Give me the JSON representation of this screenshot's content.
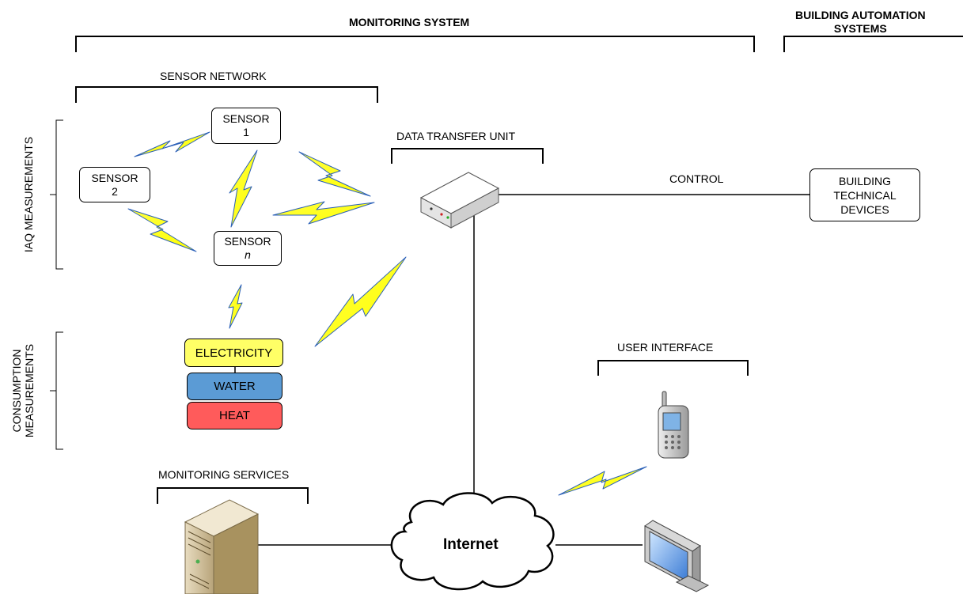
{
  "header": {
    "monitoring_system": "MONITORING SYSTEM",
    "building_automation_line1": "BUILDING AUTOMATION",
    "building_automation_line2": "SYSTEMS"
  },
  "sensor_network": {
    "title": "SENSOR NETWORK",
    "sensors": [
      {
        "line1": "SENSOR",
        "line2": "1"
      },
      {
        "line1": "SENSOR",
        "line2": "2"
      },
      {
        "line1": "SENSOR",
        "line2": "n"
      }
    ]
  },
  "side_labels": {
    "iaq": "IAQ MEASUREMENTS",
    "consumption_line1": "CONSUMPTION",
    "consumption_line2": "MEASUREMENTS"
  },
  "meters": {
    "electricity": "ELECTRICITY",
    "water": "WATER",
    "heat": "HEAT"
  },
  "data_transfer_unit": "DATA TRANSFER UNIT",
  "control": "CONTROL",
  "building_devices": {
    "line1": "BUILDING",
    "line2": "TECHNICAL",
    "line3": "DEVICES"
  },
  "user_interface": "USER INTERFACE",
  "monitoring_services": "MONITORING SERVICES",
  "internet": "Internet",
  "colors": {
    "electricity": "#ffff66",
    "water": "#5b9bd5",
    "heat": "#ff5b5b",
    "lightning": "#ffff00",
    "lightning_edge": "#1f5fbf"
  }
}
